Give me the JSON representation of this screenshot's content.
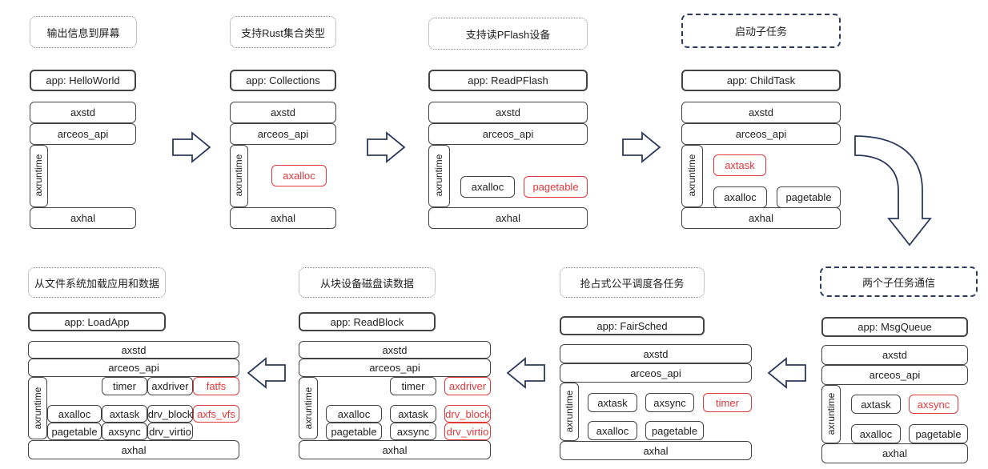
{
  "panels": [
    {
      "title": "输出信息到屏幕",
      "app": "app: HelloWorld",
      "axstd": "axstd",
      "arceos_api": "arceos_api",
      "axruntime": "axruntime",
      "axhal": "axhal"
    },
    {
      "title": "支持Rust集合类型",
      "app": "app: Collections",
      "axstd": "axstd",
      "arceos_api": "arceos_api",
      "axruntime": "axruntime",
      "axhal": "axhal",
      "modules": [
        "axalloc"
      ]
    },
    {
      "title": "支持读PFlash设备",
      "app": "app: ReadPFlash",
      "axstd": "axstd",
      "arceos_api": "arceos_api",
      "axruntime": "axruntime",
      "axhal": "axhal",
      "modules": [
        "axalloc",
        "pagetable"
      ]
    },
    {
      "title": "启动子任务",
      "app": "app: ChildTask",
      "axstd": "axstd",
      "arceos_api": "arceos_api",
      "axruntime": "axruntime",
      "axhal": "axhal",
      "modules": [
        "axtask",
        "axalloc",
        "pagetable"
      ]
    },
    {
      "title": "两个子任务通信",
      "app": "app: MsgQueue",
      "axstd": "axstd",
      "arceos_api": "arceos_api",
      "axruntime": "axruntime",
      "axhal": "axhal",
      "modules": [
        "axtask",
        "axsync",
        "axalloc",
        "pagetable"
      ]
    },
    {
      "title": "抢占式公平调度各任务",
      "app": "app: FairSched",
      "axstd": "axstd",
      "arceos_api": "arceos_api",
      "axruntime": "axruntime",
      "axhal": "axhal",
      "modules": [
        "axtask",
        "axsync",
        "timer",
        "axalloc",
        "pagetable"
      ]
    },
    {
      "title": "从块设备磁盘读数据",
      "app": "app: ReadBlock",
      "axstd": "axstd",
      "arceos_api": "arceos_api",
      "axruntime": "axruntime",
      "axhal": "axhal",
      "modules": [
        "timer",
        "axdriver",
        "axalloc",
        "axtask",
        "drv_block",
        "pagetable",
        "axsync",
        "drv_virtio"
      ]
    },
    {
      "title": "从文件系统加载应用和数据",
      "app": "app: LoadApp",
      "axstd": "axstd",
      "arceos_api": "arceos_api",
      "axruntime": "axruntime",
      "axhal": "axhal",
      "modules": [
        "timer",
        "axdriver",
        "fatfs",
        "axalloc",
        "axtask",
        "drv_block",
        "axfs_vfs",
        "pagetable",
        "axsync",
        "drv_virtio"
      ]
    }
  ],
  "colors": {
    "new_module": "#e0393b",
    "border": "#444444",
    "arrow": "#2b3a5c"
  }
}
